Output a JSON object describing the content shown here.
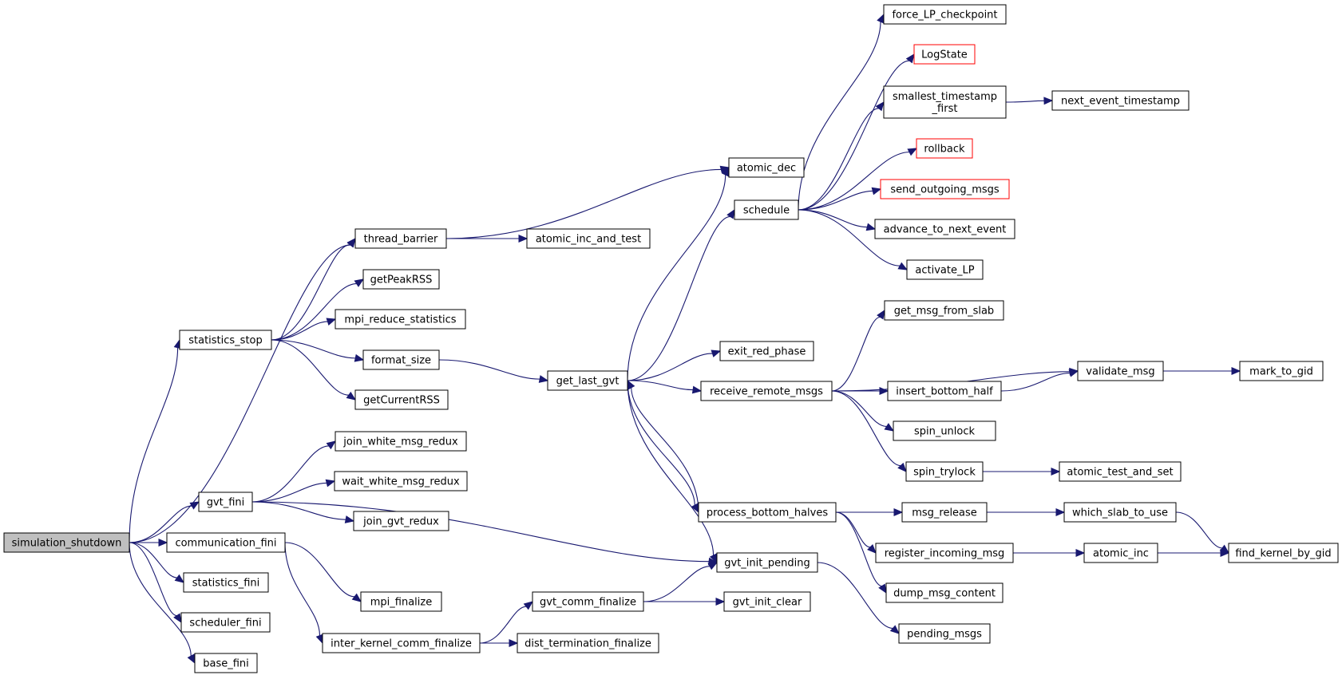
{
  "colors": {
    "edge": "#191970",
    "root_fill": "#bfbfbf",
    "external_border": "#ff0000",
    "node_border": "#000000"
  },
  "nodes": {
    "simulation_shutdown": {
      "lines": [
        "simulation_shutdown"
      ],
      "root": true
    },
    "statistics_stop": {
      "lines": [
        "statistics_stop"
      ]
    },
    "gvt_fini": {
      "lines": [
        "gvt_fini"
      ]
    },
    "communication_fini": {
      "lines": [
        "communication_fini"
      ]
    },
    "statistics_fini": {
      "lines": [
        "statistics_fini"
      ]
    },
    "scheduler_fini": {
      "lines": [
        "scheduler_fini"
      ]
    },
    "base_fini": {
      "lines": [
        "base_fini"
      ]
    },
    "thread_barrier": {
      "lines": [
        "thread_barrier"
      ]
    },
    "getPeakRSS": {
      "lines": [
        "getPeakRSS"
      ]
    },
    "mpi_reduce_statistics": {
      "lines": [
        "mpi_reduce_statistics"
      ]
    },
    "format_size": {
      "lines": [
        "format_size"
      ]
    },
    "getCurrentRSS": {
      "lines": [
        "getCurrentRSS"
      ]
    },
    "join_white_msg_redux": {
      "lines": [
        "join_white_msg_redux"
      ]
    },
    "wait_white_msg_redux": {
      "lines": [
        "wait_white_msg_redux"
      ]
    },
    "join_gvt_redux": {
      "lines": [
        "join_gvt_redux"
      ]
    },
    "mpi_finalize": {
      "lines": [
        "mpi_finalize"
      ]
    },
    "inter_kernel_comm_finalize": {
      "lines": [
        "inter_kernel_comm_finalize"
      ]
    },
    "atomic_inc_and_test": {
      "lines": [
        "atomic_inc_and_test"
      ]
    },
    "get_last_gvt": {
      "lines": [
        "get_last_gvt"
      ]
    },
    "gvt_comm_finalize": {
      "lines": [
        "gvt_comm_finalize"
      ]
    },
    "dist_termination_finalize": {
      "lines": [
        "dist_termination_finalize"
      ]
    },
    "atomic_dec": {
      "lines": [
        "atomic_dec"
      ]
    },
    "schedule": {
      "lines": [
        "schedule"
      ]
    },
    "exit_red_phase": {
      "lines": [
        "exit_red_phase"
      ]
    },
    "receive_remote_msgs": {
      "lines": [
        "receive_remote_msgs"
      ]
    },
    "process_bottom_halves": {
      "lines": [
        "process_bottom_halves"
      ]
    },
    "gvt_init_pending": {
      "lines": [
        "gvt_init_pending"
      ]
    },
    "gvt_init_clear": {
      "lines": [
        "gvt_init_clear"
      ]
    },
    "force_LP_checkpoint": {
      "lines": [
        "force_LP_checkpoint"
      ]
    },
    "LogState": {
      "lines": [
        "LogState"
      ],
      "external": true
    },
    "smallest_timestamp_first": {
      "lines": [
        "smallest_timestamp",
        "_first"
      ]
    },
    "rollback": {
      "lines": [
        "rollback"
      ],
      "external": true
    },
    "send_outgoing_msgs": {
      "lines": [
        "send_outgoing_msgs"
      ],
      "external": true
    },
    "advance_to_next_event": {
      "lines": [
        "advance_to_next_event"
      ]
    },
    "activate_LP": {
      "lines": [
        "activate_LP"
      ]
    },
    "get_msg_from_slab": {
      "lines": [
        "get_msg_from_slab"
      ]
    },
    "insert_bottom_half": {
      "lines": [
        "insert_bottom_half"
      ]
    },
    "spin_unlock": {
      "lines": [
        "spin_unlock"
      ]
    },
    "spin_trylock": {
      "lines": [
        "spin_trylock"
      ]
    },
    "msg_release": {
      "lines": [
        "msg_release"
      ]
    },
    "register_incoming_msg": {
      "lines": [
        "register_incoming_msg"
      ]
    },
    "dump_msg_content": {
      "lines": [
        "dump_msg_content"
      ]
    },
    "pending_msgs": {
      "lines": [
        "pending_msgs"
      ]
    },
    "next_event_timestamp": {
      "lines": [
        "next_event_timestamp"
      ]
    },
    "validate_msg": {
      "lines": [
        "validate_msg"
      ]
    },
    "atomic_test_and_set": {
      "lines": [
        "atomic_test_and_set"
      ]
    },
    "which_slab_to_use": {
      "lines": [
        "which_slab_to_use"
      ]
    },
    "atomic_inc": {
      "lines": [
        "atomic_inc"
      ]
    },
    "mark_to_gid": {
      "lines": [
        "mark_to_gid"
      ]
    },
    "find_kernel_by_gid": {
      "lines": [
        "find_kernel_by_gid"
      ]
    }
  },
  "edges": [
    [
      "simulation_shutdown",
      "thread_barrier"
    ],
    [
      "simulation_shutdown",
      "statistics_stop"
    ],
    [
      "simulation_shutdown",
      "gvt_fini"
    ],
    [
      "simulation_shutdown",
      "communication_fini"
    ],
    [
      "simulation_shutdown",
      "statistics_fini"
    ],
    [
      "simulation_shutdown",
      "scheduler_fini"
    ],
    [
      "simulation_shutdown",
      "base_fini"
    ],
    [
      "statistics_stop",
      "thread_barrier"
    ],
    [
      "statistics_stop",
      "getPeakRSS"
    ],
    [
      "statistics_stop",
      "mpi_reduce_statistics"
    ],
    [
      "statistics_stop",
      "format_size"
    ],
    [
      "statistics_stop",
      "getCurrentRSS"
    ],
    [
      "gvt_fini",
      "join_white_msg_redux"
    ],
    [
      "gvt_fini",
      "wait_white_msg_redux"
    ],
    [
      "gvt_fini",
      "join_gvt_redux"
    ],
    [
      "gvt_fini",
      "gvt_init_pending"
    ],
    [
      "communication_fini",
      "mpi_finalize"
    ],
    [
      "communication_fini",
      "inter_kernel_comm_finalize"
    ],
    [
      "thread_barrier",
      "atomic_dec"
    ],
    [
      "thread_barrier",
      "atomic_inc_and_test"
    ],
    [
      "format_size",
      "get_last_gvt"
    ],
    [
      "inter_kernel_comm_finalize",
      "gvt_comm_finalize"
    ],
    [
      "inter_kernel_comm_finalize",
      "dist_termination_finalize"
    ],
    [
      "gvt_comm_finalize",
      "gvt_init_pending"
    ],
    [
      "gvt_comm_finalize",
      "gvt_init_clear"
    ],
    [
      "get_last_gvt",
      "atomic_dec"
    ],
    [
      "get_last_gvt",
      "schedule"
    ],
    [
      "get_last_gvt",
      "exit_red_phase"
    ],
    [
      "get_last_gvt",
      "receive_remote_msgs"
    ],
    [
      "get_last_gvt",
      "process_bottom_halves"
    ],
    [
      "get_last_gvt",
      "gvt_init_pending"
    ],
    [
      "process_bottom_halves",
      "get_last_gvt"
    ],
    [
      "schedule",
      "force_LP_checkpoint"
    ],
    [
      "schedule",
      "LogState"
    ],
    [
      "schedule",
      "smallest_timestamp_first"
    ],
    [
      "schedule",
      "rollback"
    ],
    [
      "schedule",
      "send_outgoing_msgs"
    ],
    [
      "schedule",
      "advance_to_next_event"
    ],
    [
      "schedule",
      "activate_LP"
    ],
    [
      "smallest_timestamp_first",
      "next_event_timestamp"
    ],
    [
      "receive_remote_msgs",
      "get_msg_from_slab"
    ],
    [
      "receive_remote_msgs",
      "validate_msg"
    ],
    [
      "receive_remote_msgs",
      "insert_bottom_half"
    ],
    [
      "receive_remote_msgs",
      "spin_unlock"
    ],
    [
      "receive_remote_msgs",
      "spin_trylock"
    ],
    [
      "insert_bottom_half",
      "validate_msg"
    ],
    [
      "validate_msg",
      "mark_to_gid"
    ],
    [
      "spin_trylock",
      "atomic_test_and_set"
    ],
    [
      "process_bottom_halves",
      "msg_release"
    ],
    [
      "process_bottom_halves",
      "register_incoming_msg"
    ],
    [
      "process_bottom_halves",
      "dump_msg_content"
    ],
    [
      "msg_release",
      "which_slab_to_use"
    ],
    [
      "which_slab_to_use",
      "find_kernel_by_gid"
    ],
    [
      "register_incoming_msg",
      "atomic_inc"
    ],
    [
      "register_incoming_msg",
      "find_kernel_by_gid"
    ],
    [
      "gvt_init_pending",
      "pending_msgs"
    ]
  ]
}
